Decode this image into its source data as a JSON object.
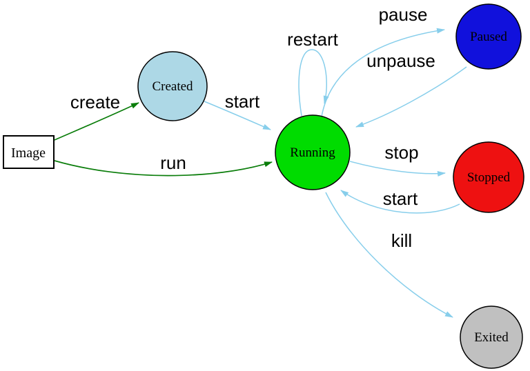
{
  "diagram": {
    "background": "#ffffff",
    "colors": {
      "created_fill": "#add8e6",
      "running_fill": "#00dc00",
      "paused_fill": "#1111dc",
      "stopped_fill": "#ee1111",
      "exited_fill": "#c0c0c0",
      "image_fill": "#ffffff",
      "image_border": "#2222cc",
      "node_border": "#000000",
      "cli_edge": "#0a7d0a",
      "state_edge": "#87ceeb",
      "label_color": "#000000"
    },
    "nodes": {
      "image": {
        "label": "Image"
      },
      "created": {
        "label": "Created"
      },
      "running": {
        "label": "Running"
      },
      "paused": {
        "label": "Paused"
      },
      "stopped": {
        "label": "Stopped"
      },
      "exited": {
        "label": "Exited"
      }
    },
    "edge_labels": {
      "create": "create",
      "run": "run",
      "start_created_running": "start",
      "restart": "restart",
      "pause": "pause",
      "unpause": "unpause",
      "stop": "stop",
      "start_stopped_running": "start",
      "kill": "kill"
    }
  }
}
